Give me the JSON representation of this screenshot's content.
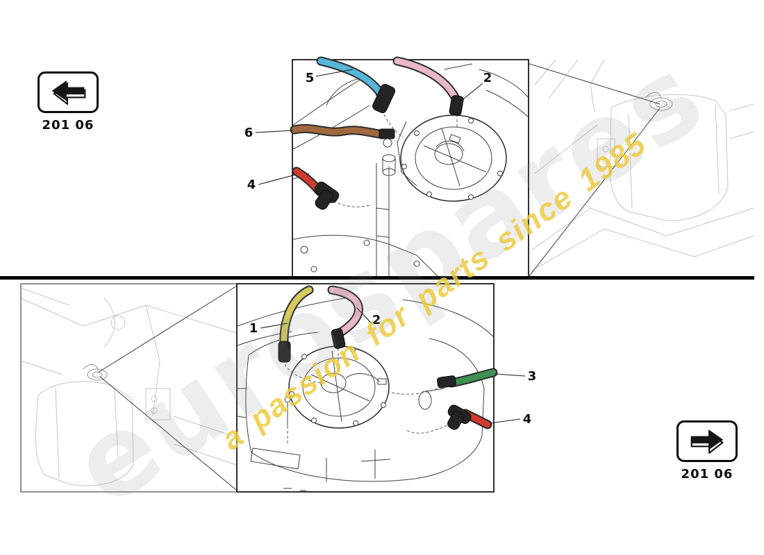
{
  "badges": {
    "top_left": {
      "label": "201 06"
    },
    "bottom_right": {
      "label": "201 06"
    }
  },
  "watermark": {
    "slogan": "a passion for parts since 1985",
    "logo_text": "eurospares",
    "slogan_color": "#EBC93C"
  },
  "top_view": {
    "callouts": [
      {
        "num": "5",
        "hose_color": "#58B6D8"
      },
      {
        "num": "2",
        "hose_color": "#E8B7C8"
      },
      {
        "num": "6",
        "hose_color": "#A2683E"
      },
      {
        "num": "4",
        "hose_color": "#D23A30"
      }
    ]
  },
  "bottom_view": {
    "callouts": [
      {
        "num": "1",
        "hose_color": "#D5C95F"
      },
      {
        "num": "2",
        "hose_color": "#E8B7C8"
      },
      {
        "num": "3",
        "hose_color": "#3E9153"
      },
      {
        "num": "4",
        "hose_color": "#D23A30"
      }
    ]
  }
}
